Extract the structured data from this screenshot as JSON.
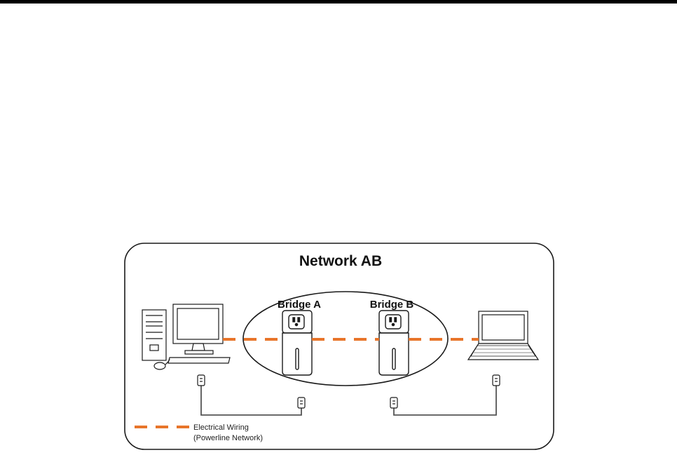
{
  "diagram": {
    "title": "Network AB",
    "bridge_a_label": "Bridge A",
    "bridge_b_label": "Bridge B",
    "legend": {
      "line1": "Electrical Wiring",
      "line2": "(Powerline Network)"
    },
    "colors": {
      "wiring": "#e8752a",
      "outline": "#1a1a1a",
      "device_fill": "#ffffff",
      "cable": "#555555"
    }
  }
}
